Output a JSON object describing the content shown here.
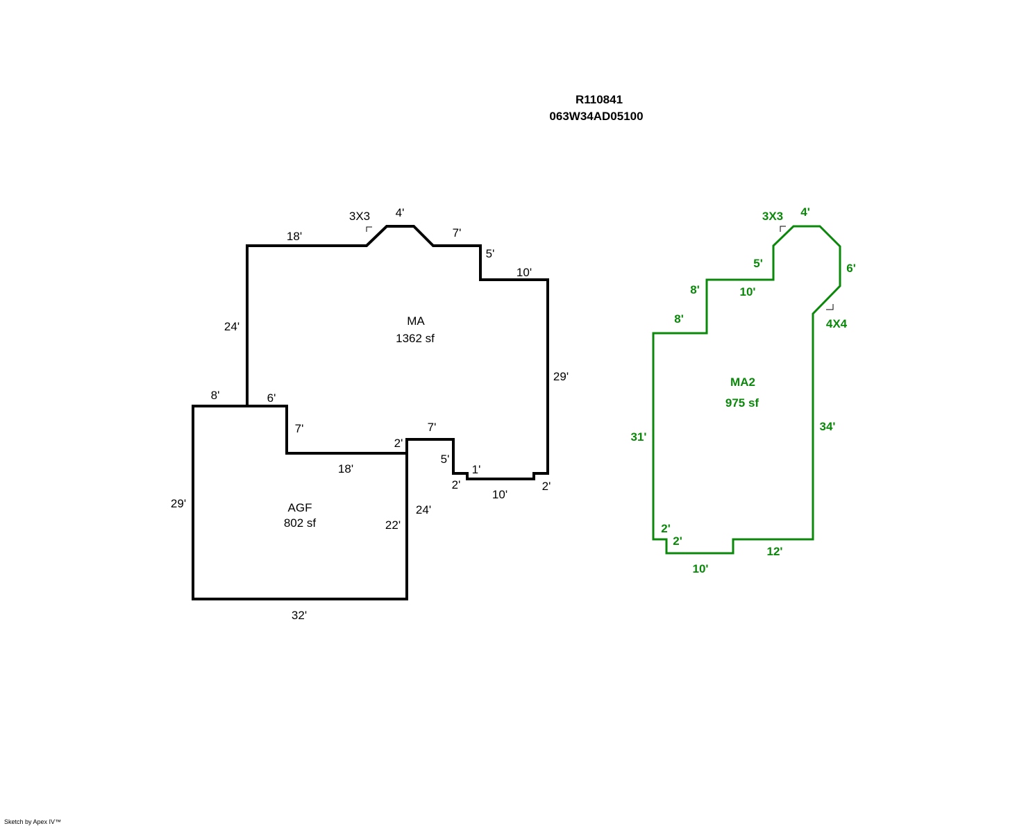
{
  "header": {
    "parcel_id": "R110841",
    "map_tax_lot": "063W34AD05100"
  },
  "colors": {
    "main": "#000000",
    "ma2": "#0a880a"
  },
  "sketch1": {
    "areas": [
      {
        "code": "MA",
        "size": "1362 sf"
      },
      {
        "code": "AGF",
        "size": "802 sf"
      }
    ],
    "dims": [
      "18'",
      "3X3",
      "4'",
      "7'",
      "5'",
      "10'",
      "29'",
      "2'",
      "10'",
      "2'",
      "1'",
      "5'",
      "7'",
      "2'",
      "18'",
      "7'",
      "6'",
      "8'",
      "24'",
      "29'",
      "22'",
      "24'",
      "32'"
    ]
  },
  "sketch2": {
    "area": {
      "code": "MA2",
      "size": "975 sf"
    },
    "dims": [
      "3X3",
      "4'",
      "6'",
      "4X4",
      "34'",
      "12'",
      "10'",
      "2'",
      "2'",
      "31'",
      "8'",
      "8'",
      "10'",
      "5'"
    ]
  },
  "footer": {
    "credit": "Sketch by Apex IV™"
  }
}
